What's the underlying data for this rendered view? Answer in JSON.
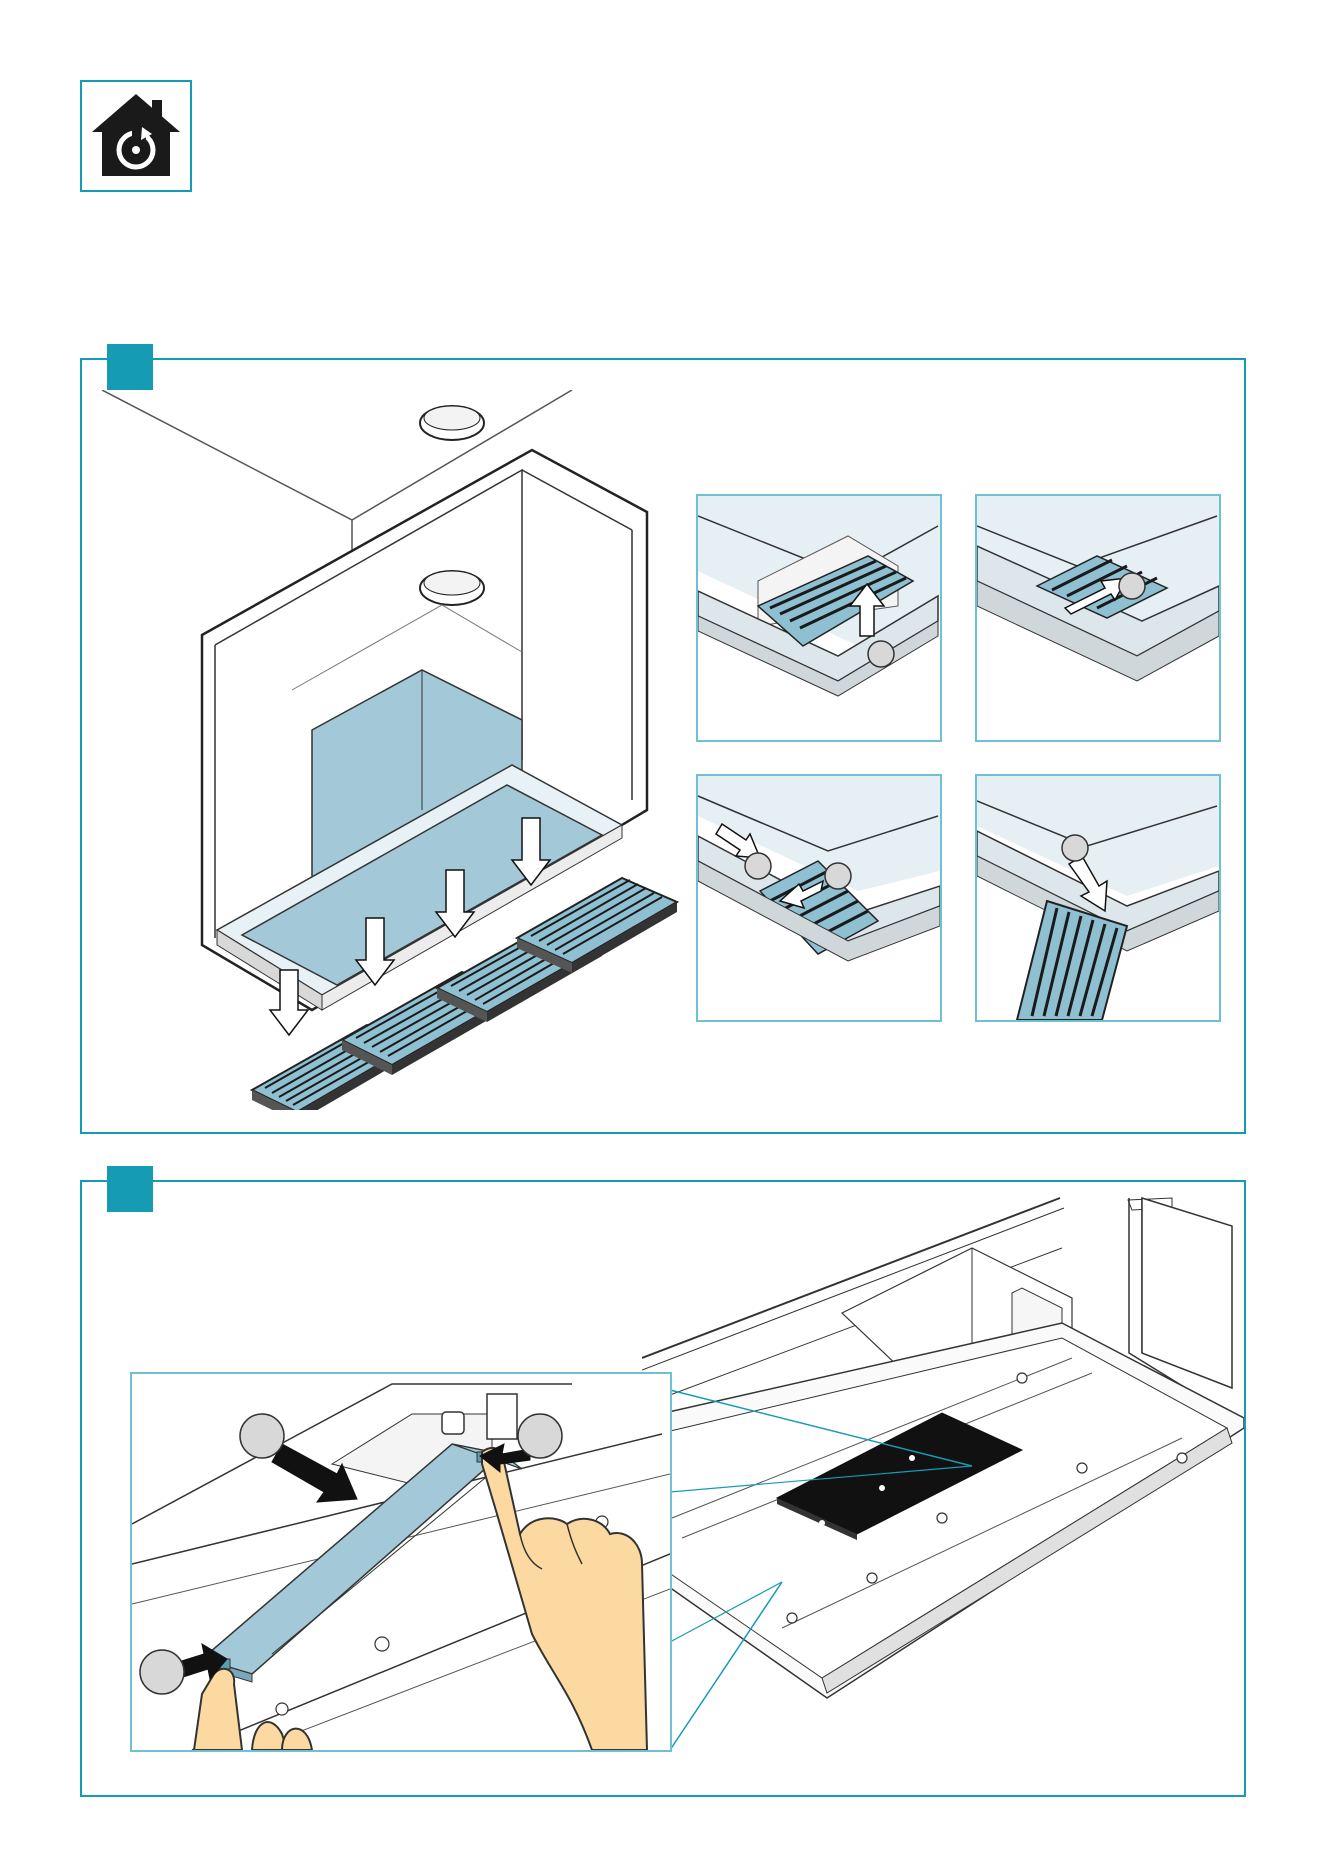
{
  "colors": {
    "accent": "#169bb5",
    "accent_light": "#6ec1d1",
    "filter_blue": "#8ec0d2",
    "panel_blue": "#a3c9d8",
    "skin": "#fbd9a0",
    "ink": "#1a1a1a"
  },
  "header": {
    "icon": "home-maintenance-icon"
  },
  "steps": [
    {
      "id": 1,
      "main_illustration": "hood-filters-removal",
      "insets": [
        {
          "id": "a",
          "illustration": "filter-lift-up"
        },
        {
          "id": "b",
          "illustration": "filter-slide-back"
        },
        {
          "id": "c",
          "illustration": "filter-tilt-out"
        },
        {
          "id": "d",
          "illustration": "filter-drop-down"
        }
      ]
    },
    {
      "id": 2,
      "main_illustration": "hood-underside-panel",
      "detail": "panel-clip-release-fingers"
    }
  ]
}
